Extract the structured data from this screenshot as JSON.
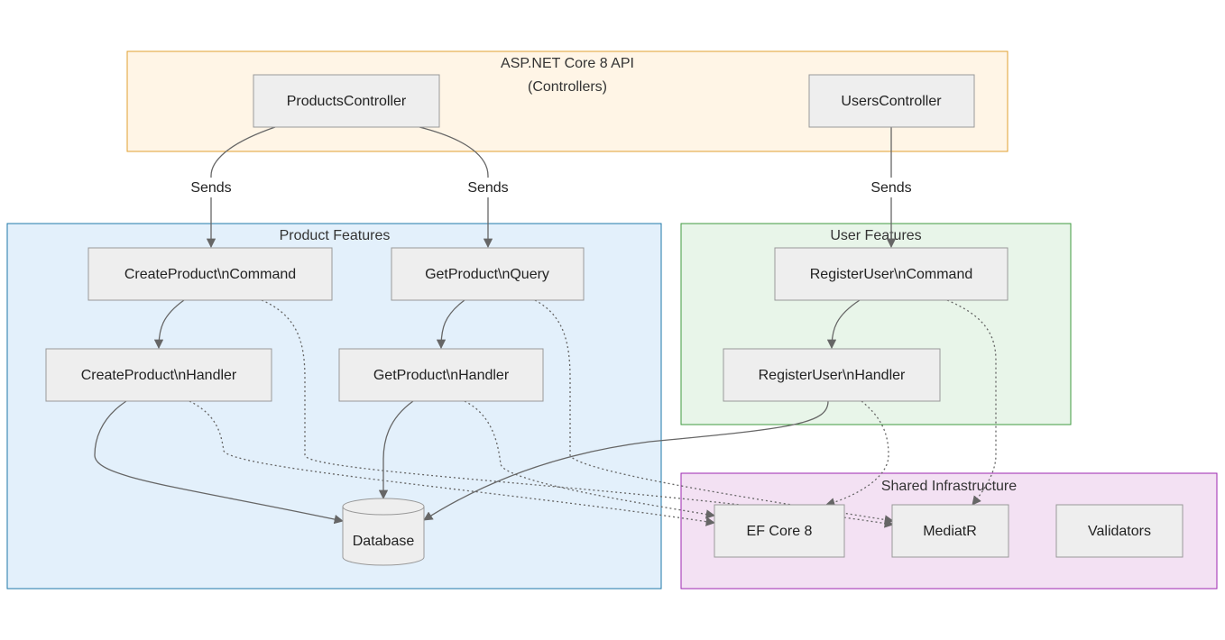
{
  "colors": {
    "api_fill": "#fff5e6",
    "api_stroke": "#e0a030",
    "product_fill": "#e3f0fb",
    "product_stroke": "#1f78a8",
    "user_fill": "#e8f5e9",
    "user_stroke": "#3f9a3f",
    "shared_fill": "#f3e1f3",
    "shared_stroke": "#9c27b0",
    "node_fill": "#eeeeee",
    "node_stroke": "#999999",
    "edge": "#666666"
  },
  "clusters": {
    "api": {
      "title_line1": "ASP.NET Core 8 API",
      "title_line2": "(Controllers)"
    },
    "product": {
      "title": "Product Features"
    },
    "user": {
      "title": "User Features"
    },
    "shared": {
      "title": "Shared Infrastructure"
    }
  },
  "nodes": {
    "products_controller": "ProductsController",
    "users_controller": "UsersController",
    "create_product_command": "CreateProduct\\nCommand",
    "get_product_query": "GetProduct\\nQuery",
    "register_user_command": "RegisterUser\\nCommand",
    "create_product_handler": "CreateProduct\\nHandler",
    "get_product_handler": "GetProduct\\nHandler",
    "register_user_handler": "RegisterUser\\nHandler",
    "database": "Database",
    "ef_core": "EF Core 8",
    "mediatr": "MediatR",
    "validators": "Validators"
  },
  "edge_labels": {
    "sends_1": "Sends",
    "sends_2": "Sends",
    "sends_3": "Sends"
  }
}
